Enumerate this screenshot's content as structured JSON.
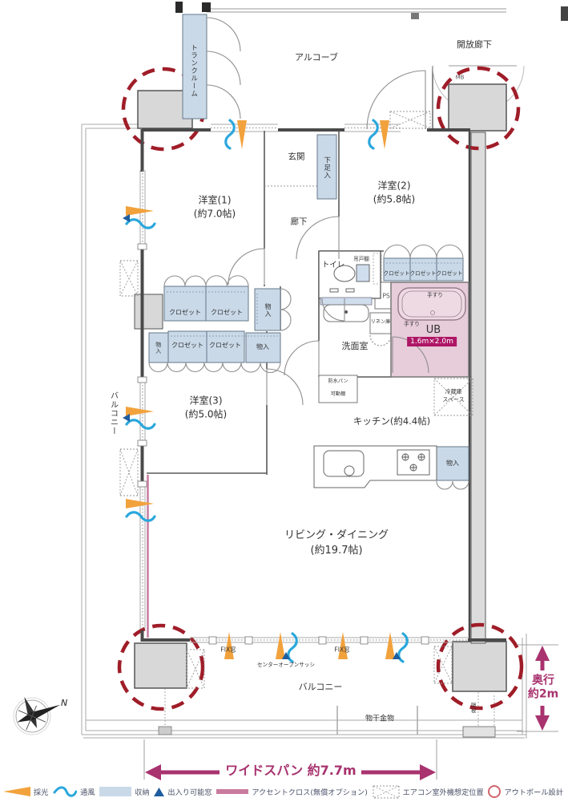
{
  "rooms": {
    "trunk": "トランクルーム",
    "alcove": "アルコーブ",
    "open_corridor": "開放廊下",
    "mb": "MB",
    "entrance": "玄関",
    "shoe_box": "下足入",
    "hallway": "廊下",
    "room1_name": "洋室(1)",
    "room1_size": "(約7.0帖)",
    "room2_name": "洋室(2)",
    "room2_size": "(約5.8帖)",
    "room3_name": "洋室(3)",
    "room3_size": "(約5.0帖)",
    "toilet": "トイレ",
    "hanging_shelf": "吊戸棚",
    "closet": "クロゼット",
    "storage": "物入",
    "ps": "PS",
    "linen": "リネン庫",
    "ub": "UB",
    "ub_size": "1.6m×2.0m",
    "handrail": "手すり",
    "washroom": "洗面室",
    "waterproof_pan": "防水パン",
    "movable_shelf": "可動棚",
    "fridge_1": "冷蔵庫",
    "fridge_2": "スペース",
    "kitchen": "キッチン(約4.4帖)",
    "living_name": "リビング・ダイニング",
    "living_size": "(約19.7帖)",
    "balcony": "バルコニー",
    "fix_window": "FIX窓",
    "center_open_sash": "センターオープンサッシ",
    "laundry_fitting": "物干金物",
    "partition_board": "隔板"
  },
  "dims": {
    "wide_span": "ワイドスパン 約7.7m",
    "depth_1": "奥行",
    "depth_2": "約2m"
  },
  "compass": {
    "north": "N"
  },
  "legend": {
    "items": [
      {
        "label": "採光",
        "icon": "daylight-icon"
      },
      {
        "label": "通風",
        "icon": "breeze-icon"
      },
      {
        "label": "収納",
        "icon": "storage-icon"
      },
      {
        "label": "出入り可能窓",
        "icon": "door-window-icon"
      },
      {
        "label": "アクセントクロス(無償オプション)",
        "icon": "accent-cloth-icon"
      },
      {
        "label": "エアコン室外機想定位置",
        "icon": "aircon-outdoor-icon"
      },
      {
        "label": "アウトポール設計",
        "icon": "outpole-icon"
      }
    ]
  },
  "colors": {
    "storage_fill": "#c9d9e8",
    "ub_fill": "#e7ccd9",
    "badge_bg": "#ae1666",
    "accent_magenta": "#a8336f",
    "accent_cloth_pink": "#c97b9e",
    "outpole_red": "#9f1d28",
    "daylight_orange": "#f2a23c",
    "breeze_blue": "#2aa7dc",
    "window_triangle_blue": "#1e5d9e",
    "wall_gray": "#d8d8d8"
  }
}
